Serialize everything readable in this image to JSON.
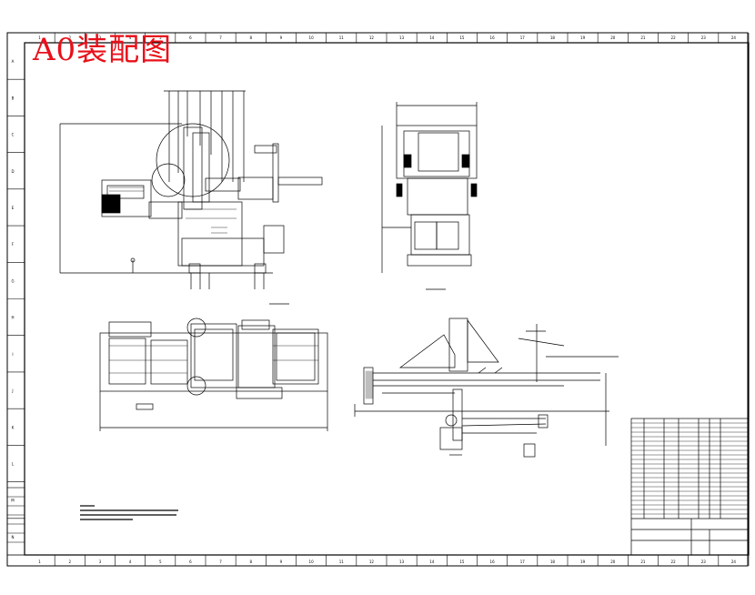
{
  "document": {
    "title": "A0装配图"
  },
  "border": {
    "column_marks": [
      "1",
      "2",
      "3",
      "4",
      "5",
      "6",
      "7",
      "8",
      "9",
      "10",
      "11",
      "12",
      "13",
      "14",
      "15",
      "16",
      "17",
      "18",
      "19",
      "20",
      "21",
      "22",
      "23",
      "24"
    ],
    "row_marks": [
      "A",
      "B",
      "C",
      "D",
      "E",
      "F",
      "G",
      "H",
      "I",
      "J",
      "K",
      "L",
      "M",
      "N"
    ]
  },
  "title_block": {
    "rows": 22
  },
  "colors": {
    "line": "#000000",
    "title": "#e8101a"
  }
}
